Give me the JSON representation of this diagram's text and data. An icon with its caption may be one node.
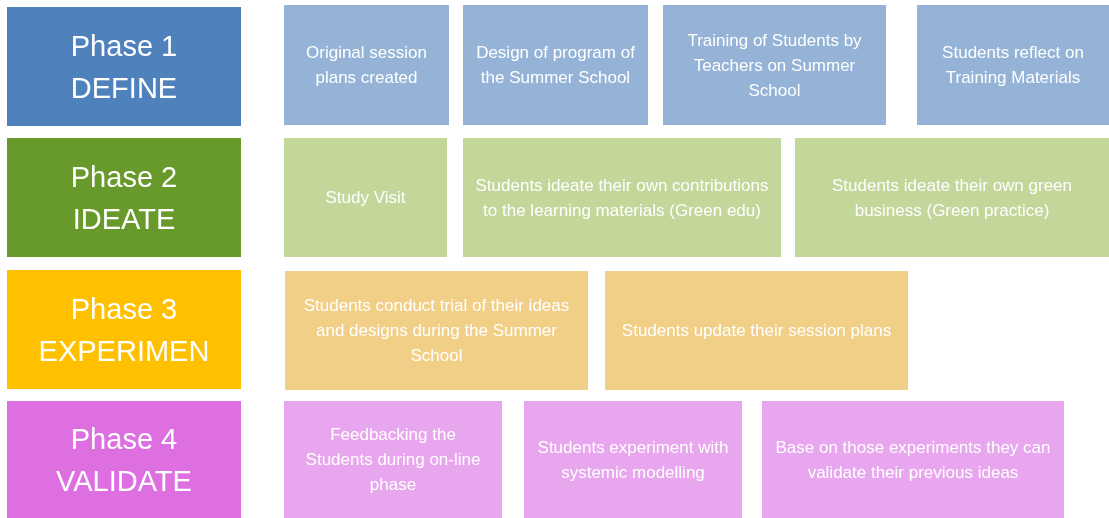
{
  "diagram": {
    "nodes": [
      {
        "text": [
          "Phase 1",
          "DEFINE"
        ]
      },
      {
        "text": [
          "Original session plans created"
        ]
      },
      {
        "text": [
          "Design of program of the Summer School"
        ]
      },
      {
        "text": [
          "Training of Students by Teachers on Summer School"
        ]
      },
      {
        "text": [
          "Students reflect on Training Materials"
        ]
      },
      {
        "text": [
          "Phase 2",
          "IDEATE"
        ]
      },
      {
        "text": [
          "Study Visit"
        ]
      },
      {
        "text": [
          "Students ideate their own contributions to the learning materials (Green edu)"
        ]
      },
      {
        "text": [
          "Students ideate their own green business (Green practice)"
        ]
      },
      {
        "text": [
          "Phase 3",
          "EXPERIMEN"
        ]
      },
      {
        "text": [
          "Students conduct trial of their ideas and designs during the Summer School"
        ]
      },
      {
        "text": [
          "Students update their session plans"
        ]
      },
      {
        "text": [
          "Phase 4",
          "VALIDATE"
        ]
      },
      {
        "text": [
          "Feedbacking the Students during on-line phase"
        ]
      },
      {
        "text": [
          "Students experiment with systemic modelling"
        ]
      },
      {
        "text": [
          "Base on those experiments they can validate their previous ideas"
        ]
      }
    ]
  }
}
